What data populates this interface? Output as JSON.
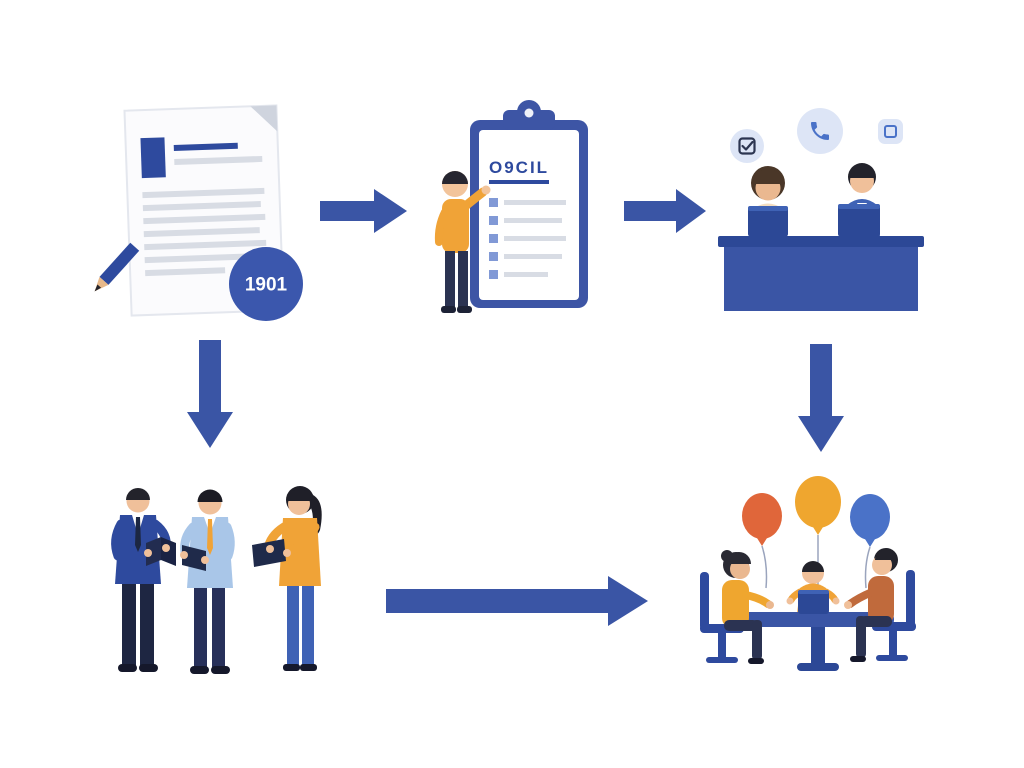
{
  "illustration": {
    "type": "process-flow-illustration",
    "background": "#ffffff",
    "badge_year": "1901",
    "clipboard_title": "O9CIL",
    "colors": {
      "primary_blue": "#3a55a5",
      "dark_navy": "#2e4a9e",
      "deep_navy": "#1f2a4a",
      "accent_orange": "#f0a337",
      "light_icon_bg": "#dde5f6",
      "line_gray": "#d8dce4",
      "skin": "#f0c09a",
      "balloon_orange": "#e0663a",
      "balloon_amber": "#efa62f",
      "balloon_blue": "#4a72c8",
      "light_blue_jacket": "#a9c6e8"
    },
    "nodes": [
      {
        "id": "document",
        "label": "document with pencil and year badge"
      },
      {
        "id": "clipboard",
        "label": "person presenting checklist clipboard"
      },
      {
        "id": "desk",
        "label": "two people working at desk with laptops"
      },
      {
        "id": "team",
        "label": "three people discussing with documents"
      },
      {
        "id": "meeting",
        "label": "team meeting at table with balloons"
      }
    ],
    "edges": [
      {
        "from": "document",
        "to": "clipboard",
        "direction": "right"
      },
      {
        "from": "clipboard",
        "to": "desk",
        "direction": "right"
      },
      {
        "from": "document",
        "to": "team",
        "direction": "down"
      },
      {
        "from": "desk",
        "to": "meeting",
        "direction": "down"
      },
      {
        "from": "team",
        "to": "meeting",
        "direction": "right"
      }
    ]
  }
}
